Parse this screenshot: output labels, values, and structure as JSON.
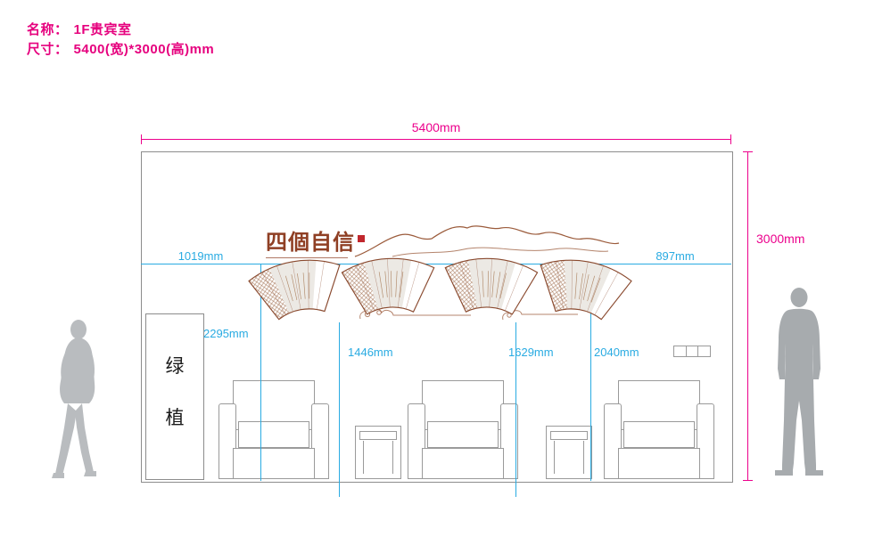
{
  "header": {
    "name_label": "名称：",
    "name_value": "1F贵宾室",
    "size_label": "尺寸：",
    "size_value": "5400(宽)*3000(高)mm"
  },
  "dims": {
    "total_width": "5400mm",
    "total_height": "3000mm",
    "gap_left": "1019mm",
    "gap_right": "897mm",
    "h_2295": "2295mm",
    "w_1446": "1446mm",
    "w_1629": "1629mm",
    "w_2040": "2040mm"
  },
  "artwork": {
    "title": "四個自信"
  },
  "plant": {
    "chars": [
      "绿",
      "植"
    ]
  },
  "colors": {
    "dimension_pink": "#ec008c",
    "dimension_cyan": "#29abe2",
    "artwork_brown": "#8a4a2f",
    "seal_red": "#c1272d",
    "outline_gray": "#8c8c8c",
    "silhouette_gray": "#b0b4b7"
  }
}
